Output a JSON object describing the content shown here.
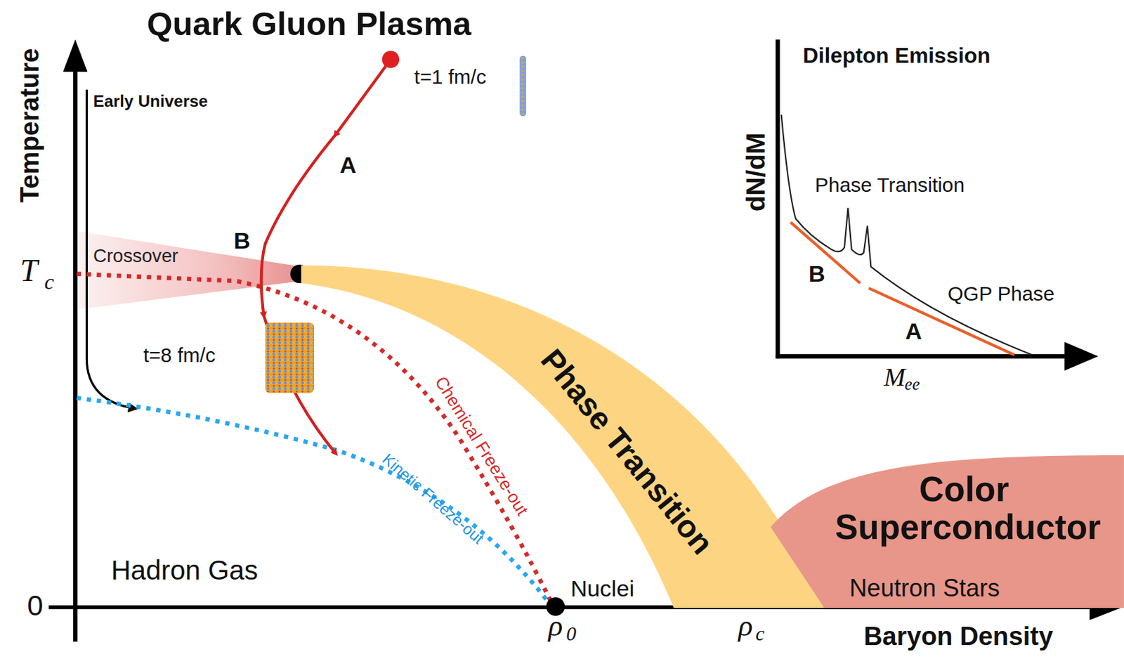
{
  "diagram": {
    "nodes": [
      {
        "text": [
          "Phase Transition"
        ]
      },
      {
        "text": [
          "Color Superconductor",
          "Neutron Stars"
        ]
      }
    ],
    "labels": [
      "Quark Gluon Plasma",
      "Temperature",
      "Early Universe",
      "t=1 fm/c",
      "A",
      "B",
      "Crossover",
      "T",
      "c",
      "t=8 fm/c",
      "Chemical Freeze-out",
      "Kinetic Freeze-out",
      "Hadron Gas",
      "0",
      "Nuclei",
      "ρ",
      "0",
      "ρ",
      "c",
      "Baryon Density",
      "Dilepton Emission",
      "dN/dM",
      "Phase Transition",
      "B",
      "QGP Phase",
      "A",
      "M",
      "ee"
    ]
  }
}
